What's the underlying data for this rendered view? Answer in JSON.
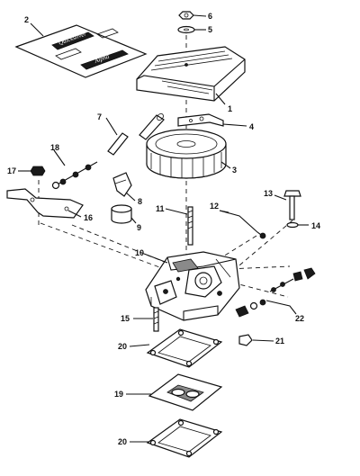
{
  "callouts": [
    {
      "id": "c1",
      "label": "1"
    },
    {
      "id": "c2",
      "label": "2"
    },
    {
      "id": "c3",
      "label": "3"
    },
    {
      "id": "c4",
      "label": "4"
    },
    {
      "id": "c5",
      "label": "5"
    },
    {
      "id": "c6",
      "label": "6"
    },
    {
      "id": "c7",
      "label": "7"
    },
    {
      "id": "c8",
      "label": "8"
    },
    {
      "id": "c9",
      "label": "9"
    },
    {
      "id": "c10",
      "label": "10"
    },
    {
      "id": "c11",
      "label": "11"
    },
    {
      "id": "c12",
      "label": "12"
    },
    {
      "id": "c13",
      "label": "13"
    },
    {
      "id": "c14",
      "label": "14"
    },
    {
      "id": "c15",
      "label": "15"
    },
    {
      "id": "c16",
      "label": "16"
    },
    {
      "id": "c17",
      "label": "17"
    },
    {
      "id": "c18",
      "label": "18"
    },
    {
      "id": "c19",
      "label": "19"
    },
    {
      "id": "c20a",
      "label": "20"
    },
    {
      "id": "c20b",
      "label": "20"
    },
    {
      "id": "c21",
      "label": "21"
    },
    {
      "id": "c22",
      "label": "22"
    }
  ],
  "decal_text": {
    "badge_upper": "Quicksilver",
    "badge_lower": "Alpha"
  }
}
